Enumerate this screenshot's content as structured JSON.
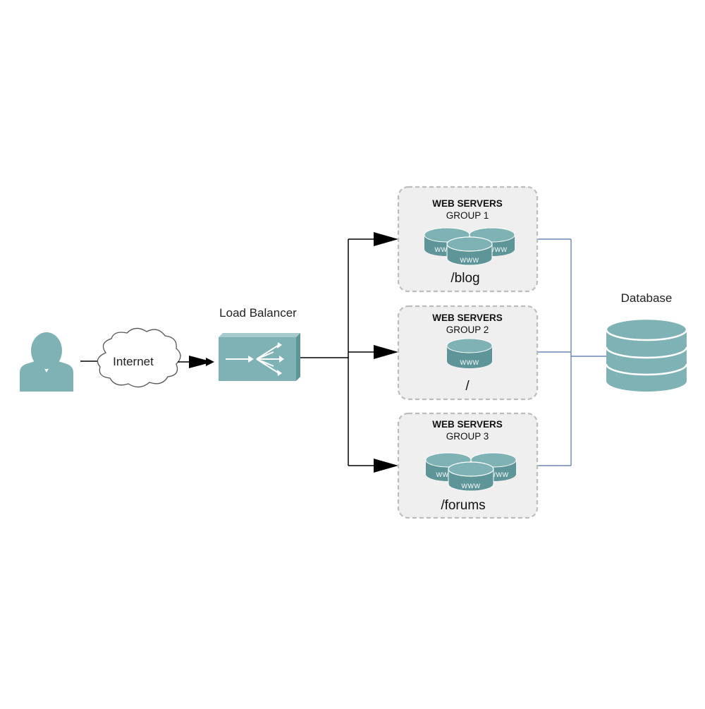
{
  "colors": {
    "teal": "#7fb2b5",
    "teal_dark": "#5e9598",
    "group_fill": "#efefef",
    "group_border": "#bdbdbd",
    "db_line": "#6b86b8",
    "arrow": "#000000"
  },
  "user": {
    "icon": "user-icon"
  },
  "internet": {
    "label": "Internet",
    "icon": "cloud-icon"
  },
  "load_balancer": {
    "label": "Load Balancer",
    "icon": "load-balancer-icon"
  },
  "groups": [
    {
      "title": "WEB SERVERS",
      "subtitle": "GROUP 1",
      "path": "/blog",
      "servers": 3,
      "server_label": "WWW"
    },
    {
      "title": "WEB SERVERS",
      "subtitle": "GROUP 2",
      "path": "/",
      "servers": 1,
      "server_label": "WWW"
    },
    {
      "title": "WEB SERVERS",
      "subtitle": "GROUP 3",
      "path": "/forums",
      "servers": 3,
      "server_label": "WWW"
    }
  ],
  "database": {
    "label": "Database",
    "icon": "database-icon"
  }
}
